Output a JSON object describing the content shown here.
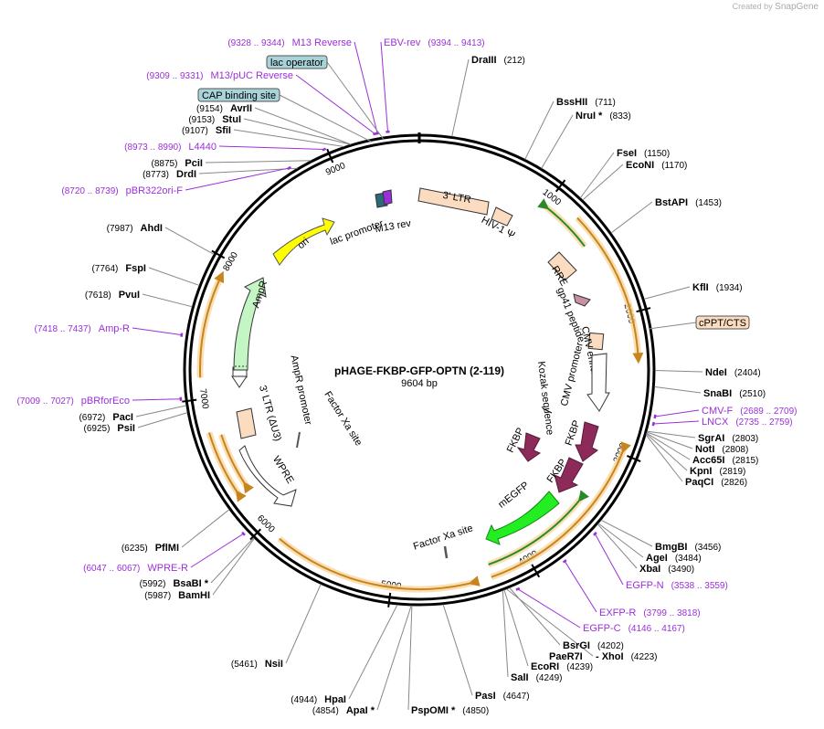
{
  "credit": {
    "prefix": "Created by",
    "brand": "SnapGene"
  },
  "plasmid": {
    "name": "pHAGE-FKBP-GFP-OPTN (2-119)",
    "length_label": "9604 bp",
    "length": 9604
  },
  "ticks": [
    "1000",
    "2000",
    "3000",
    "4000",
    "5000",
    "6000",
    "7000",
    "8000",
    "9000"
  ],
  "sites": [
    {
      "name": "DraIII",
      "pos": "(212)",
      "bp": 212,
      "side": "R"
    },
    {
      "name": "BssHII",
      "pos": "(711)",
      "bp": 711,
      "side": "R"
    },
    {
      "name": "NruI *",
      "pos": "(833)",
      "bp": 833,
      "side": "R"
    },
    {
      "name": "FseI",
      "pos": "(1150)",
      "bp": 1150,
      "side": "R"
    },
    {
      "name": "EcoNI",
      "pos": "(1170)",
      "bp": 1170,
      "side": "R"
    },
    {
      "name": "BstAPI",
      "pos": "(1453)",
      "bp": 1453,
      "side": "R"
    },
    {
      "name": "KflI",
      "pos": "(1934)",
      "bp": 1934,
      "side": "R"
    },
    {
      "name": "NdeI",
      "pos": "(2404)",
      "bp": 2404,
      "side": "R"
    },
    {
      "name": "SnaBI",
      "pos": "(2510)",
      "bp": 2510,
      "side": "R"
    },
    {
      "name": "SgrAI",
      "pos": "(2803)",
      "bp": 2803,
      "side": "R"
    },
    {
      "name": "NotI",
      "pos": "(2808)",
      "bp": 2808,
      "side": "R"
    },
    {
      "name": "Acc65I",
      "pos": "(2815)",
      "bp": 2815,
      "side": "R"
    },
    {
      "name": "KpnI",
      "pos": "(2819)",
      "bp": 2819,
      "side": "R"
    },
    {
      "name": "PaqCI",
      "pos": "(2826)",
      "bp": 2826,
      "side": "R"
    },
    {
      "name": "BmgBI",
      "pos": "(3456)",
      "bp": 3456,
      "side": "R"
    },
    {
      "name": "AgeI",
      "pos": "(3484)",
      "bp": 3484,
      "side": "R"
    },
    {
      "name": "XbaI",
      "pos": "(3490)",
      "bp": 3490,
      "side": "R"
    },
    {
      "name": "BsrGI",
      "pos": "(4202)",
      "bp": 4202,
      "side": "R"
    },
    {
      "name": "PaeR7I",
      "pos": "",
      "bp": 4223,
      "side": "R"
    },
    {
      "name": "- XhoI",
      "pos": "(4223)",
      "bp": 4223,
      "side": "R"
    },
    {
      "name": "EcoRI",
      "pos": "(4239)",
      "bp": 4239,
      "side": "R"
    },
    {
      "name": "SalI",
      "pos": "(4249)",
      "bp": 4249,
      "side": "R"
    },
    {
      "name": "PasI",
      "pos": "(4647)",
      "bp": 4647,
      "side": "R"
    },
    {
      "name": "PspOMI *",
      "pos": "(4850)",
      "bp": 4850,
      "side": "R"
    },
    {
      "name": "ApaI *",
      "pos": "(4854)",
      "bp": 4854,
      "side": "L"
    },
    {
      "name": "HpaI",
      "pos": "(4944)",
      "bp": 4944,
      "side": "L"
    },
    {
      "name": "NsiI",
      "pos": "(5461)",
      "bp": 5461,
      "side": "L"
    },
    {
      "name": "BamHI",
      "pos": "(5987)",
      "bp": 5987,
      "side": "L"
    },
    {
      "name": "BsaBI *",
      "pos": "(5992)",
      "bp": 5992,
      "side": "L"
    },
    {
      "name": "PflMI",
      "pos": "(6235)",
      "bp": 6235,
      "side": "L"
    },
    {
      "name": "PsiI",
      "pos": "(6925)",
      "bp": 6925,
      "side": "L"
    },
    {
      "name": "PacI",
      "pos": "(6972)",
      "bp": 6972,
      "side": "L"
    },
    {
      "name": "PvuI",
      "pos": "(7618)",
      "bp": 7618,
      "side": "L"
    },
    {
      "name": "FspI",
      "pos": "(7764)",
      "bp": 7764,
      "side": "L"
    },
    {
      "name": "AhdI",
      "pos": "(7987)",
      "bp": 7987,
      "side": "L"
    },
    {
      "name": "DrdI",
      "pos": "(8773)",
      "bp": 8773,
      "side": "L"
    },
    {
      "name": "PciI",
      "pos": "(8875)",
      "bp": 8875,
      "side": "L"
    },
    {
      "name": "SfiI",
      "pos": "(9107)",
      "bp": 9107,
      "side": "L"
    },
    {
      "name": "StuI",
      "pos": "(9153)",
      "bp": 9153,
      "side": "L"
    },
    {
      "name": "AvrII",
      "pos": "(9154)",
      "bp": 9154,
      "side": "L"
    }
  ],
  "primers": [
    {
      "name": "M13 Reverse",
      "range": "(9328 .. 9344)",
      "side": "L"
    },
    {
      "name": "EBV-rev",
      "range": "(9394 .. 9413)",
      "side": "R"
    },
    {
      "name": "M13/pUC Reverse",
      "range": "(9309 .. 9331)",
      "side": "L"
    },
    {
      "name": "L4440",
      "range": "(8973 .. 8990)",
      "side": "L"
    },
    {
      "name": "pBR322ori-F",
      "range": "(8720 .. 8739)",
      "side": "L"
    },
    {
      "name": "Amp-R",
      "range": "(7418 .. 7437)",
      "side": "L"
    },
    {
      "name": "pBRforEco",
      "range": "(7009 .. 7027)",
      "side": "L"
    },
    {
      "name": "WPRE-R",
      "range": "(6047 .. 6067)",
      "side": "L"
    },
    {
      "name": "CMV-F",
      "range": "(2689 .. 2709)",
      "side": "R"
    },
    {
      "name": "LNCX",
      "range": "(2735 .. 2759)",
      "side": "R"
    },
    {
      "name": "EGFP-N",
      "range": "(3538 .. 3559)",
      "side": "R"
    },
    {
      "name": "EXFP-R",
      "range": "(3799 .. 3818)",
      "side": "R"
    },
    {
      "name": "EGFP-C",
      "range": "(4146 .. 4167)",
      "side": "R"
    }
  ],
  "boxed_labels": [
    {
      "name": "lac operator",
      "color": "#a8d4d9"
    },
    {
      "name": "CAP binding site",
      "color": "#a8d4d9"
    },
    {
      "name": "cPPT/CTS",
      "color": "#fcdcc0"
    }
  ],
  "features": {
    "three_ltr_top": "3' LTR",
    "hiv_psi": "HIV-1 Ψ",
    "rre": "RRE",
    "gp41": "gp41 peptide",
    "cmv_enh": "CMV enhancer",
    "cmv_prom": "CMV promoter",
    "kozak": "Kozak sequence",
    "fkbp1": "FKBP",
    "fkbp2": "FKBP",
    "fkbp3": "FKBP",
    "megfp": "mEGFP",
    "fxa_bottom": "Factor Xa site",
    "fxa_left": "Factor Xa site",
    "wpre": "WPRE",
    "ltr_au3": "3' LTR (ΔU3)",
    "ampr_prom": "AmpR promoter",
    "ampr": "AmpR",
    "ori": "ori",
    "lac_prom": "lac promoter",
    "m13rev": "M13 rev"
  },
  "colors": {
    "site_text": "#000000",
    "primer": "#9b30d9",
    "orf_orange": "#c8841d",
    "orf_glow": "#f9d79f",
    "ori_yellow": "#ffff00",
    "ampr_green": "#c4f5c4",
    "megfp_green": "#22ee22",
    "fkbp_maroon": "#8c2a5a",
    "ltr_peach": "#fcdcc0"
  }
}
